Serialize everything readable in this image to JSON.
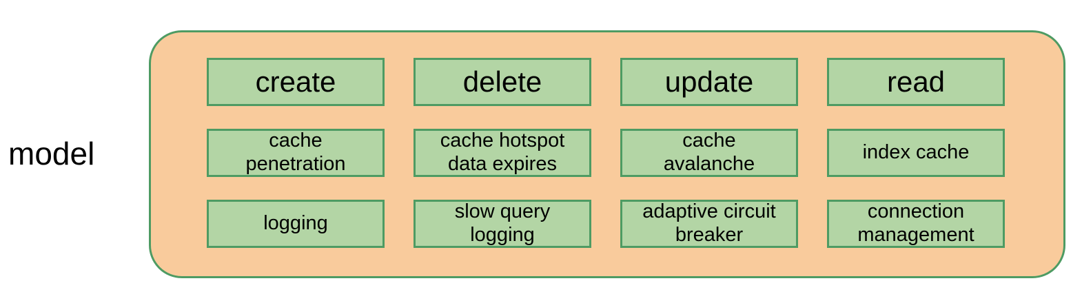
{
  "diagram": {
    "side_label": "model",
    "colors": {
      "page_background": "#FFFFFF",
      "container_fill": "#F9CB9C",
      "container_border": "#4E9B63",
      "box_fill": "#B3D5A5",
      "box_border": "#4E9B63",
      "text": "#000000"
    },
    "grid": [
      [
        "create",
        "delete",
        "update",
        "read"
      ],
      [
        "cache\npenetration",
        "cache hotspot\ndata expires",
        "cache\navalanche",
        "index cache"
      ],
      [
        "logging",
        "slow query\nlogging",
        "adaptive circuit\nbreaker",
        "connection\nmanagement"
      ]
    ]
  }
}
